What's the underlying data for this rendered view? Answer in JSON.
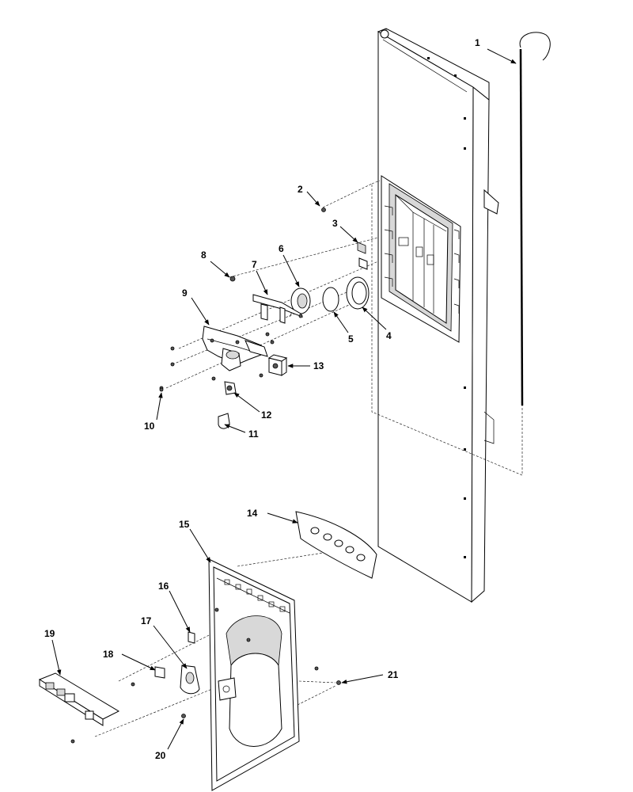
{
  "diagram": {
    "callouts": [
      "1",
      "2",
      "3",
      "4",
      "5",
      "6",
      "7",
      "8",
      "9",
      "10",
      "11",
      "12",
      "13",
      "14",
      "15",
      "16",
      "17",
      "18",
      "19",
      "20",
      "21"
    ]
  },
  "colors": {
    "line": "#000000",
    "background": "#ffffff",
    "shade": "#d8d8d8"
  }
}
